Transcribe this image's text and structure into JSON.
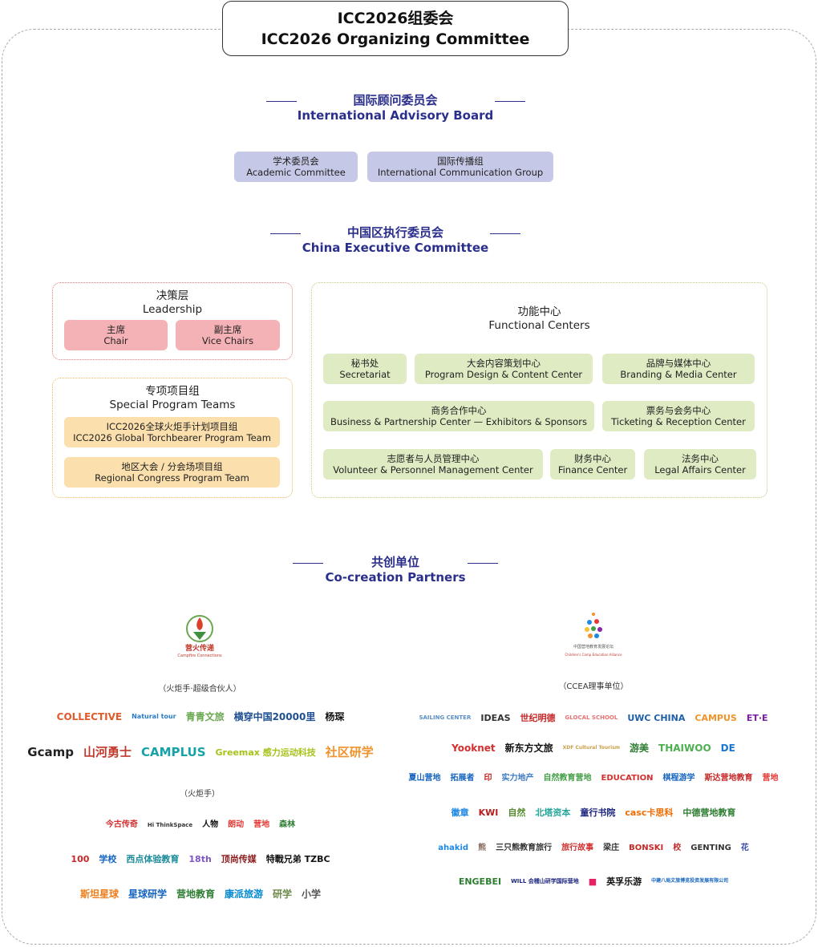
{
  "title": {
    "zh": "ICC2026组委会",
    "en": "ICC2026 Organizing Committee"
  },
  "advisory": {
    "zh": "国际顾问委员会",
    "en": "International Advisory Board",
    "items": [
      {
        "zh": "学术委员会",
        "en": "Academic Committee"
      },
      {
        "zh": "国际传播组",
        "en": "International Communication Group"
      }
    ]
  },
  "executive": {
    "zh": "中国区执行委员会",
    "en": "China Executive Committee",
    "leadership": {
      "zh": "决策层",
      "en": "Leadership",
      "items": [
        {
          "zh": "主席",
          "en": "Chair"
        },
        {
          "zh": "副主席",
          "en": "Vice Chairs"
        }
      ]
    },
    "special": {
      "zh": "专项项目组",
      "en": "Special Program Teams",
      "items": [
        {
          "zh": "ICC2026全球火炬手计划项目组",
          "en": "ICC2026 Global Torchbearer Program Team"
        },
        {
          "zh": "地区大会 / 分会场项目组",
          "en": "Regional Congress Program Team"
        }
      ]
    },
    "functional": {
      "zh": "功能中心",
      "en": "Functional Centers",
      "items": [
        {
          "zh": "秘书处",
          "en": "Secretariat"
        },
        {
          "zh": "大会内容策划中心",
          "en": "Program Design & Content Center"
        },
        {
          "zh": "品牌与媒体中心",
          "en": "Branding & Media Center"
        },
        {
          "zh": "商务合作中心",
          "en": "Business & Partnership Center — Exhibitors & Sponsors"
        },
        {
          "zh": "票务与会务中心",
          "en": "Ticketing & Reception Center"
        },
        {
          "zh": "志愿者与人员管理中心",
          "en": "Volunteer & Personnel Management Center"
        },
        {
          "zh": "财务中心",
          "en": "Finance Center"
        },
        {
          "zh": "法务中心",
          "en": "Legal Affairs Center"
        }
      ]
    }
  },
  "partners": {
    "zh": "共创单位",
    "en": "Co-creation Partners",
    "left": {
      "org_zh": "营火传递",
      "org_en": "Campfire Connections",
      "super_label": "（火炬手·超级合伙人）",
      "torch_label": "（火炬手）",
      "super_rows": [
        [
          {
            "t": "COLLECTIVE",
            "c": "#e05a2a"
          },
          {
            "t": "Natural tour",
            "c": "#2a7bc4"
          },
          {
            "t": "青青文旅",
            "c": "#6aa84f"
          },
          {
            "t": "横穿中国20000里",
            "c": "#1d4f91"
          },
          {
            "t": "杨琛",
            "c": "#111111"
          }
        ],
        [
          {
            "t": "Gcamp",
            "c": "#222222"
          },
          {
            "t": "山河勇士",
            "c": "#c0392b"
          },
          {
            "t": "CAMPLUS",
            "c": "#17a2a8"
          },
          {
            "t": "Greemax 感力运动科技",
            "c": "#a8c21a"
          },
          {
            "t": "社区研学",
            "c": "#f0932b"
          }
        ]
      ],
      "torch_rows": [
        [
          {
            "t": "今古传奇",
            "c": "#d32f2f"
          },
          {
            "t": "Hi ThinkSpace",
            "c": "#333333"
          },
          {
            "t": "人物",
            "c": "#111111"
          },
          {
            "t": "朗动",
            "c": "#e53935"
          },
          {
            "t": "营地",
            "c": "#e53935"
          },
          {
            "t": "森林",
            "c": "#2e7d32"
          }
        ],
        [
          {
            "t": "100",
            "c": "#c62828"
          },
          {
            "t": "学校",
            "c": "#1565c0"
          },
          {
            "t": "西点体验教育",
            "c": "#1a8a9a"
          },
          {
            "t": "18th",
            "c": "#7e57c2"
          },
          {
            "t": "顶尚传媒",
            "c": "#8b1a1a"
          },
          {
            "t": "特戰兄弟 TZBC",
            "c": "#111111"
          }
        ],
        [
          {
            "t": "斯坦星球",
            "c": "#f07d1a"
          },
          {
            "t": "星球研学",
            "c": "#1565c0"
          },
          {
            "t": "营地教育",
            "c": "#2e7d32"
          },
          {
            "t": "康派旅游",
            "c": "#0288d1"
          },
          {
            "t": "研学",
            "c": "#6d8a4a"
          },
          {
            "t": "小学",
            "c": "#555555"
          }
        ]
      ]
    },
    "right": {
      "org_zh": "中国营地教育发展论坛",
      "org_en": "Children's Camp Education Alliance",
      "label": "（CCEA理事单位）",
      "rows": [
        [
          {
            "t": "SAILING CENTER",
            "c": "#5b8fc4"
          },
          {
            "t": "IDEAS",
            "c": "#333333"
          },
          {
            "t": "世纪明德",
            "c": "#c62828"
          },
          {
            "t": "GLOCAL SCHOOL",
            "c": "#e57373"
          },
          {
            "t": "UWC CHINA",
            "c": "#1e5fa8"
          },
          {
            "t": "CAMPUS",
            "c": "#f0932b"
          },
          {
            "t": "ET·E",
            "c": "#7b1fa2"
          }
        ],
        [
          {
            "t": "Yooknet",
            "c": "#d32f2f"
          },
          {
            "t": "新东方文旅",
            "c": "#111111"
          },
          {
            "t": "XDF Cultural Tourism",
            "c": "#c9a04a"
          },
          {
            "t": "游美",
            "c": "#2e7d32"
          },
          {
            "t": "THAIWOO",
            "c": "#4caf50"
          },
          {
            "t": "DE",
            "c": "#1976d2"
          }
        ],
        [
          {
            "t": "夏山营地",
            "c": "#1565c0"
          },
          {
            "t": "拓展者",
            "c": "#1565c0"
          },
          {
            "t": "印",
            "c": "#c62828"
          },
          {
            "t": "实力地产",
            "c": "#3f7ac4"
          },
          {
            "t": "自然教育营地",
            "c": "#43a047"
          },
          {
            "t": "EDUCATION",
            "c": "#d32f2f"
          },
          {
            "t": "棋程游学",
            "c": "#1565c0"
          },
          {
            "t": "斯达营地教育",
            "c": "#c62828"
          },
          {
            "t": "营地",
            "c": "#e53935"
          }
        ],
        [
          {
            "t": "徽章",
            "c": "#1e88e5"
          },
          {
            "t": "KWI",
            "c": "#b71c1c"
          },
          {
            "t": "自然",
            "c": "#558b2f"
          },
          {
            "t": "北塔资本",
            "c": "#26a69a"
          },
          {
            "t": "童行书院",
            "c": "#1a237e"
          },
          {
            "t": "casc卡思科",
            "c": "#ef6c00"
          },
          {
            "t": "中德营地教育",
            "c": "#2e7d32"
          }
        ],
        [
          {
            "t": "ahakid",
            "c": "#1e88e5"
          },
          {
            "t": "熊",
            "c": "#8d6e63"
          },
          {
            "t": "三只熊教育旅行",
            "c": "#333333"
          },
          {
            "t": "旅行故事",
            "c": "#d32f2f"
          },
          {
            "t": "梁庄",
            "c": "#333333"
          },
          {
            "t": "BONSKI",
            "c": "#c62828"
          },
          {
            "t": "校",
            "c": "#c62828"
          },
          {
            "t": "GENTING",
            "c": "#333333"
          },
          {
            "t": "花",
            "c": "#3949ab"
          }
        ],
        [
          {
            "t": "ENGEBEI",
            "c": "#2e7d32"
          },
          {
            "t": "WILL 会稽山研学国际营地",
            "c": "#1a237e"
          },
          {
            "t": "■",
            "c": "#e91e63"
          },
          {
            "t": "英孚乐游",
            "c": "#111111"
          },
          {
            "t": "中建八局文旅博览投资发展有限公司",
            "c": "#1565c0"
          }
        ]
      ]
    }
  }
}
